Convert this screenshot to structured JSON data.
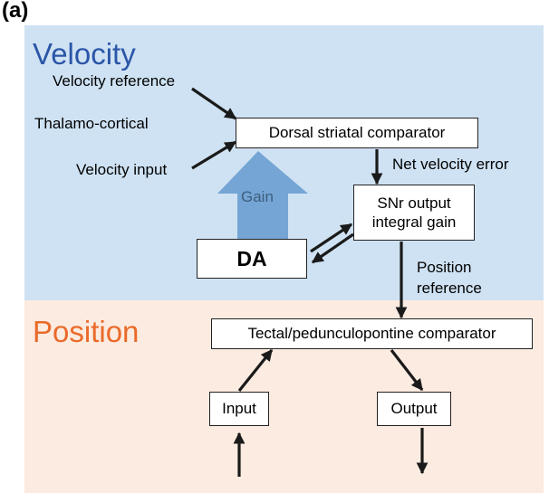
{
  "panel_label": "(a)",
  "colors": {
    "velocity_bg": "#cfe2f3",
    "position_bg": "#fcebe0",
    "velocity_title": "#2b56a8",
    "position_title": "#ea6a2a",
    "gain_arrow": "#6a9fd0"
  },
  "velocity": {
    "title": "Velocity",
    "inputs": {
      "velocity_reference": "Velocity reference",
      "thalamo_cortical": "Thalamo-cortical",
      "velocity_input": "Velocity input"
    },
    "dorsal_striatal_comparator": "Dorsal striatal comparator",
    "net_velocity_error": "Net velocity error",
    "gain_label": "Gain",
    "snr_output": [
      "SNr output",
      "integral gain"
    ],
    "da": "DA",
    "position_reference": [
      "Position",
      "reference"
    ]
  },
  "position": {
    "title": "Position",
    "comparator": "Tectal/pedunculopontine comparator",
    "input": "Input",
    "output": "Output"
  }
}
